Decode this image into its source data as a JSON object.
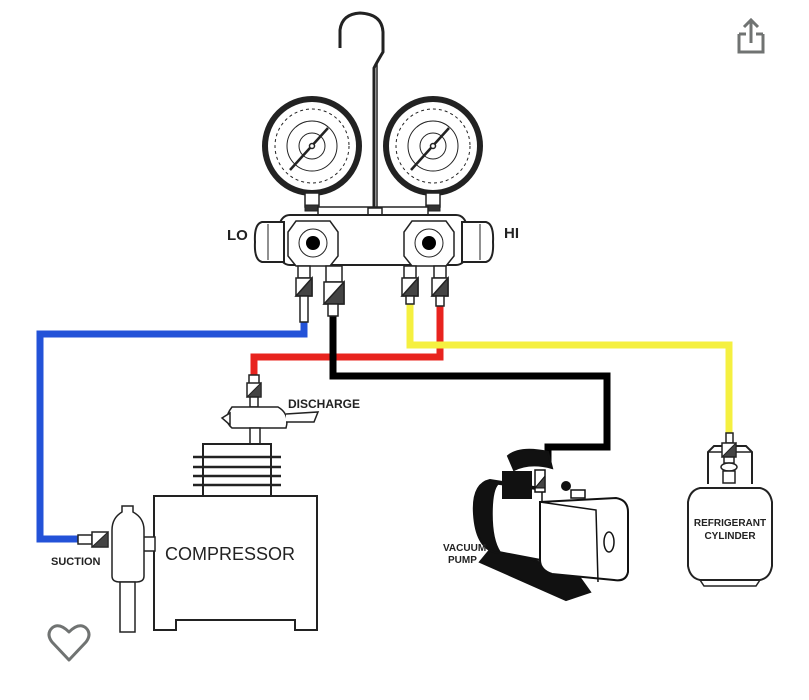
{
  "diagram": {
    "title": "Manifold gauge set connection diagram",
    "labels": {
      "lo": "LO",
      "hi": "HI",
      "discharge": "DISCHARGE",
      "suction": "SUCTION",
      "compressor": "COMPRESSOR",
      "vacuum_pump_line1": "VACUUM",
      "vacuum_pump_line2": "PUMP",
      "refrigerant_line1": "REFRIGERANT",
      "refrigerant_line2": "CYLINDER"
    },
    "hoses": [
      {
        "name": "low-side-hose",
        "color": "#2352d8",
        "connects": "LO port to SUCTION"
      },
      {
        "name": "high-side-hose",
        "color": "#e8231e",
        "connects": "HI port to DISCHARGE"
      },
      {
        "name": "vacuum-hose",
        "color": "#000000",
        "connects": "center port to VACUUM PUMP"
      },
      {
        "name": "charging-hose",
        "color": "#f5f040",
        "connects": "center port to REFRIGERANT CYLINDER"
      }
    ]
  },
  "actions": {
    "share_icon": "share-icon",
    "like_icon": "heart-icon"
  },
  "colors": {
    "icon_gray": "#707372",
    "line": "#222222"
  }
}
